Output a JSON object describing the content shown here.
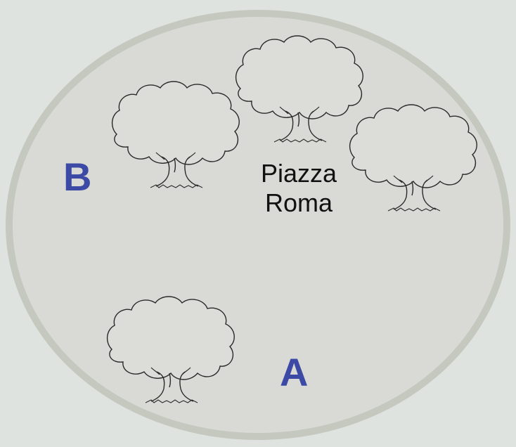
{
  "map": {
    "place_name_line1": "Piazza",
    "place_name_line2": "Roma",
    "point_b": "B",
    "point_a": "A"
  },
  "colors": {
    "background": "#dfe3df",
    "plaza_fill": "#d9dad5",
    "plaza_border": "#c4c8bf",
    "point_label": "#3c4aa6",
    "text": "#111111"
  },
  "trees": {
    "count": 4,
    "icon": "tree-icon"
  }
}
